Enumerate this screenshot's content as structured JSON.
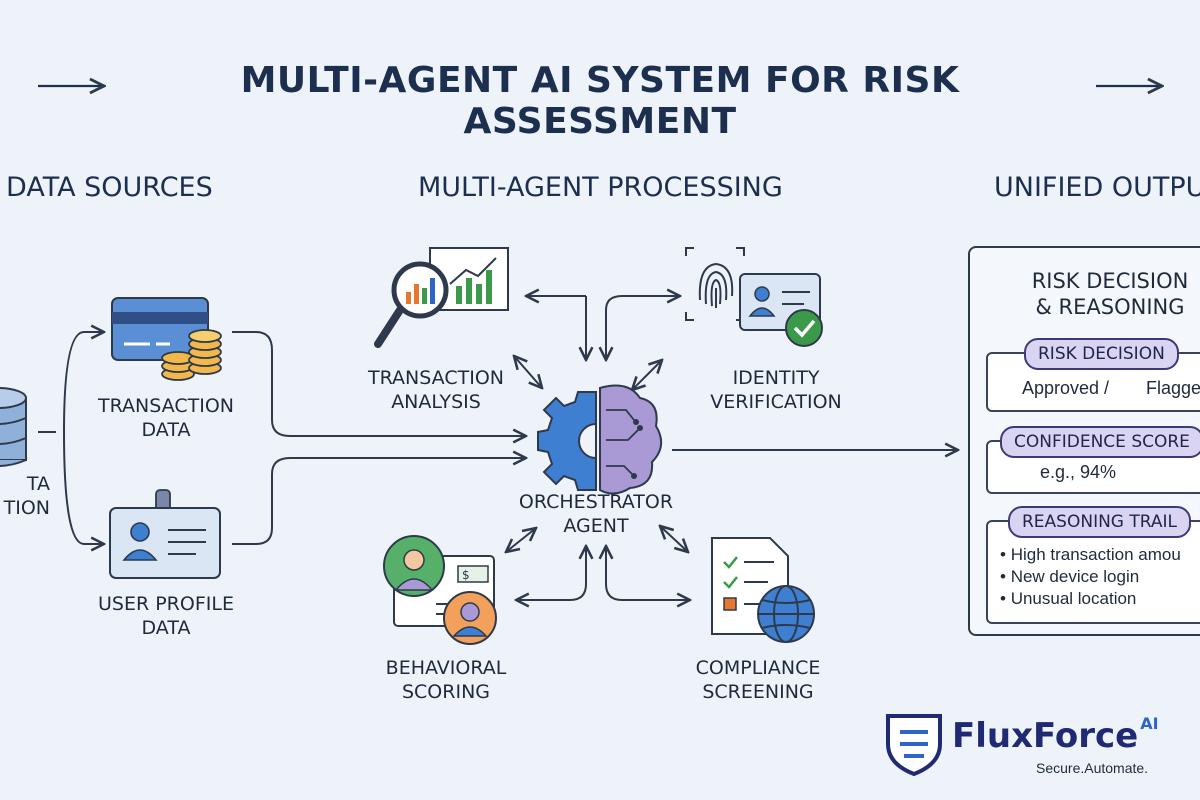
{
  "title": "MULTI-AGENT AI SYSTEM FOR RISK ASSESSMENT",
  "sections": {
    "sources": "DATA SOURCES",
    "processing": "MULTI-AGENT PROCESSING",
    "output": "UNIFIED OUTPUT"
  },
  "sources": {
    "integration_line1": "TA",
    "integration_line2": "TION",
    "transaction_line1": "TRANSACTION",
    "transaction_line2": "DATA",
    "profile_line1": "USER PROFILE",
    "profile_line2": "DATA"
  },
  "agents": {
    "orchestrator_line1": "ORCHESTRATOR",
    "orchestrator_line2": "AGENT",
    "transaction_line1": "TRANSACTION",
    "transaction_line2": "ANALYSIS",
    "identity_line1": "IDENTITY",
    "identity_line2": "VERIFICATION",
    "behavioral_line1": "BEHAVIORAL",
    "behavioral_line2": "SCORING",
    "compliance_line1": "COMPLIANCE",
    "compliance_line2": "SCREENING"
  },
  "output": {
    "title_line1": "RISK DECISION",
    "title_line2": "& REASONING",
    "decision_label": "RISK DECISION",
    "decision_approved": "Approved /",
    "decision_flagged": "Flagge",
    "confidence_label": "CONFIDENCE SCORE",
    "confidence_value": "e.g., 94%",
    "reasoning_label": "REASONING TRAIL",
    "reasoning_items": [
      "High transaction amou",
      "New device login",
      "Unusual location"
    ]
  },
  "brand": {
    "name": "FluxForce",
    "suffix": "AI",
    "tagline": "Secure.Automate."
  },
  "colors": {
    "background": "#eef3f9",
    "ink": "#1f2a3c",
    "brand_navy": "#1f2a73",
    "accent_blue": "#2c64c8",
    "pill_lavender": "#d9d4f2",
    "check_green": "#3a9a4a",
    "flag_orange": "#e8772e"
  },
  "icons": [
    "arrow-right-icon",
    "database-icon",
    "credit-card-icon",
    "coins-icon",
    "id-badge-icon",
    "magnifier-chart-icon",
    "fingerprint-icon",
    "id-card-check-icon",
    "gear-brain-icon",
    "user-profiles-icon",
    "document-checklist-icon",
    "globe-icon",
    "check-icon",
    "flag-icon",
    "shield-logo-icon"
  ]
}
